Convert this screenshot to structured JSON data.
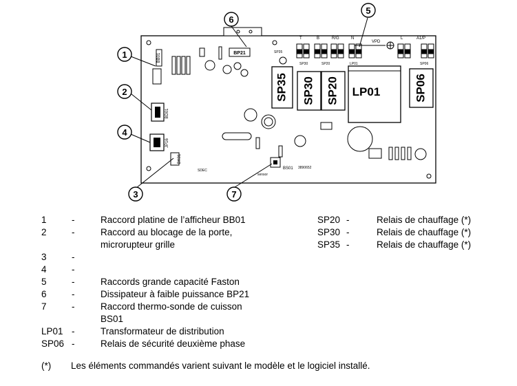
{
  "callouts": [
    "1",
    "2",
    "3",
    "4",
    "5",
    "6",
    "7"
  ],
  "board_labels": {
    "sp35": "SP35",
    "sp30": "SP30",
    "sp20": "SP20",
    "lp01": "LP01",
    "sp06": "SP06",
    "bp21": "BP21",
    "bs01": "BS01",
    "bb01": "BB01",
    "bd01": "BD01",
    "bk01": "BK01",
    "jp16": "JP16",
    "small_sp35": "SP35",
    "small_sp30": "SP30",
    "small_sp20": "SP20",
    "small_lp01": "LP01",
    "small_sp06": "SP06",
    "vpd": "VPD",
    "code": "3890652",
    "sdec": "SDEC",
    "sensor": "sensor",
    "top_t": "T",
    "top_b": "B",
    "top_ra": "R/G",
    "top_n": "N",
    "top_l": "L",
    "top_a": "A1/P"
  },
  "legend_left": [
    {
      "num": "1",
      "dash": "-",
      "text": "Raccord platine de l’afficheur BB01"
    },
    {
      "num": "2",
      "dash": "-",
      "text": "Raccord au blocage de la porte,"
    },
    {
      "num": "",
      "dash": "",
      "text": "microrupteur grille"
    },
    {
      "num": "3",
      "dash": "-",
      "text": ""
    },
    {
      "num": "4",
      "dash": "-",
      "text": ""
    },
    {
      "num": "5",
      "dash": "-",
      "text": "Raccords grande capacité Faston"
    },
    {
      "num": "6",
      "dash": "-",
      "text": "Dissipateur à faible puissance BP21"
    },
    {
      "num": "7",
      "dash": "-",
      "text": "Raccord thermo-sonde de cuisson"
    },
    {
      "num": "",
      "dash": "",
      "text": "BS01"
    },
    {
      "num": "LP01",
      "dash": "-",
      "text": "Transformateur de distribution"
    },
    {
      "num": "SP06",
      "dash": "-",
      "text": "Relais de sécurité deuxième phase"
    }
  ],
  "legend_right": [
    {
      "num": "SP20",
      "dash": "-",
      "text": "Relais de chauffage (*)"
    },
    {
      "num": "SP30",
      "dash": "-",
      "text": "Relais de chauffage (*)"
    },
    {
      "num": "SP35",
      "dash": "-",
      "text": "Relais de chauffage (*)"
    }
  ],
  "footnote": {
    "mark": "(*)",
    "text": "Les éléments commandés varient suivant le modèle et le logiciel installé."
  }
}
